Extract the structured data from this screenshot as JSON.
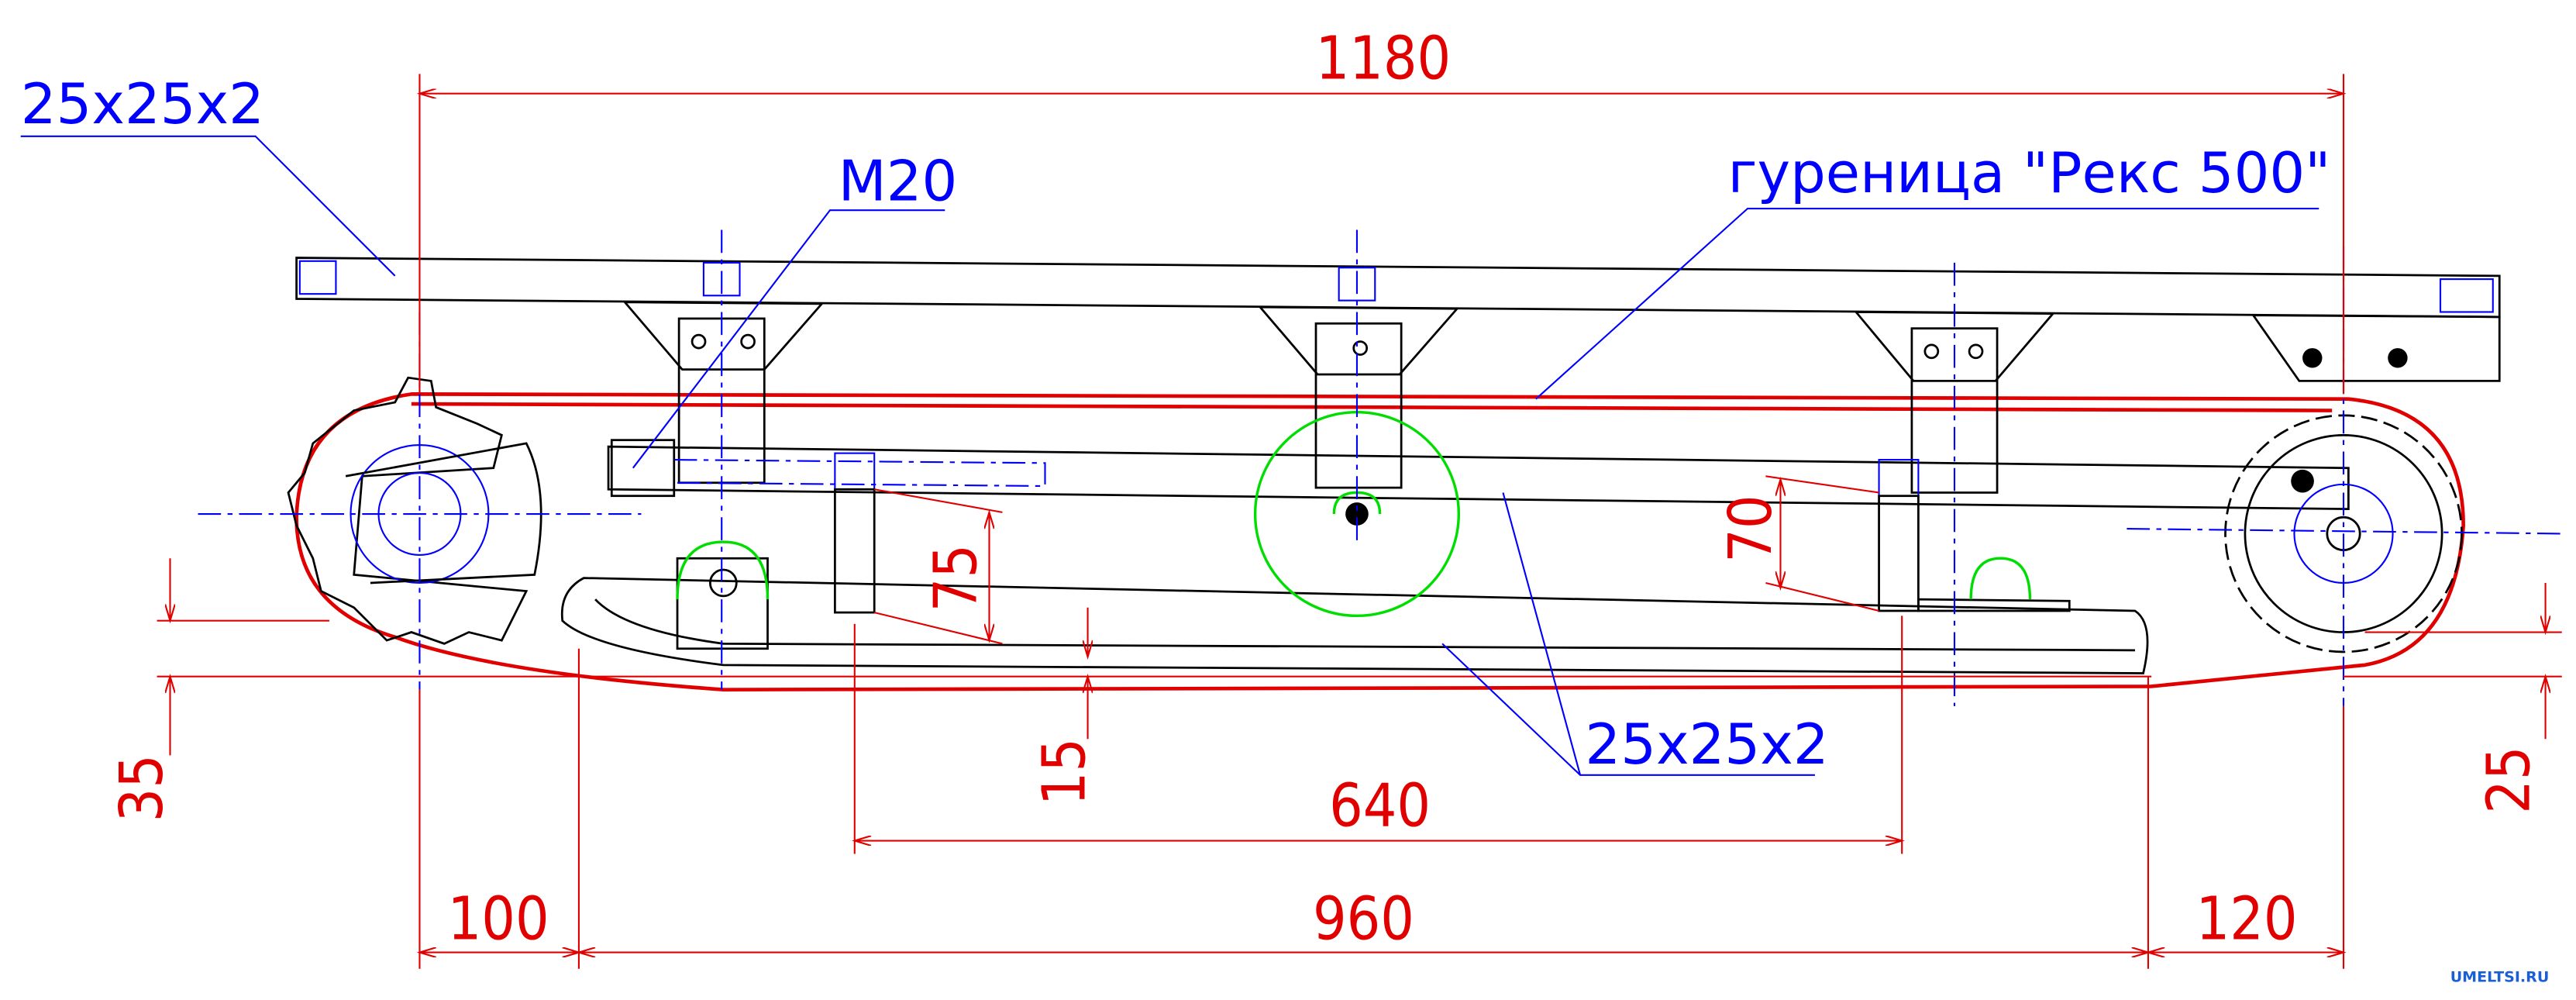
{
  "drawing": {
    "dimensions": {
      "overall_length": "1180",
      "front_offset": "100",
      "skid_length": "960",
      "rear_offset": "120",
      "support_span": "640",
      "left_height": "35",
      "skid_gap": "15",
      "post_height": "75",
      "rear_post_height": "70",
      "right_height": "25"
    },
    "labels": {
      "frame_profile": "25x25x2",
      "bolt": "M20",
      "track": "гуреница \"Рекс 500\"",
      "lower_profile": "25x25x2"
    },
    "watermark": "UMELTSI.RU"
  },
  "colors": {
    "dimension": "#e00000",
    "annotation": "#0000ff",
    "outline": "#000000",
    "highlight": "#00dd00"
  }
}
